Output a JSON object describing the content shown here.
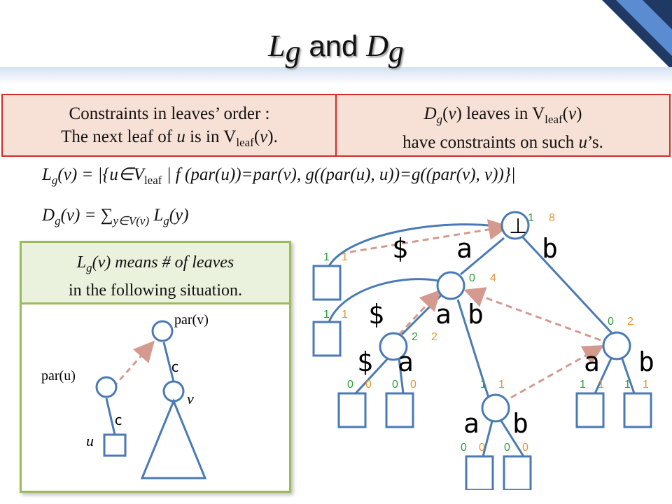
{
  "slide": {
    "title_L": "L",
    "title_L_sub": "g",
    "title_and": "and",
    "title_D": "D",
    "title_D_sub": "g"
  },
  "boxes": {
    "left": {
      "line1": "Constraints in leaves’ order :",
      "line2_pre": "The next leaf of ",
      "line2_u": "u",
      "line2_mid": " is in V",
      "line2_sub": "leaf",
      "line2_post": "(",
      "line2_v": "v",
      "line2_end": ")."
    },
    "right": {
      "line1_D": "D",
      "line1_g": "g",
      "line1_pre": "(",
      "line1_v": "v",
      "line1_mid": ") leaves in V",
      "line1_sub": "leaf",
      "line1_post": "(",
      "line1_v2": "v",
      "line1_end": ")",
      "line2_pre": "have constraints on such ",
      "line2_u": "u",
      "line2_end": "’s."
    }
  },
  "formulas": {
    "lg_lhs": "L",
    "lg_lhs_sub": "g",
    "lg_lhs_arg": "(v)  =  ",
    "lg_set_open": "|{u∈V",
    "lg_set_sub": "leaf",
    "lg_set_body": " | f (par(u))=par(v), g((par(u), u))=g((par(v), v))}|",
    "dg_lhs": "D",
    "dg_lhs_sub": "g",
    "dg_lhs_arg": "(v) = ∑",
    "dg_sum_sub": "y∈V(v)",
    "dg_rhs": " L",
    "dg_rhs_sub": "g",
    "dg_rhs_arg": "(y)"
  },
  "panel": {
    "head_L": "L",
    "head_g": "g",
    "head_rest": "(v) means # of leaves",
    "head_line2": "in the following situation.",
    "par_v": "par(v)",
    "par_u": "par(u)",
    "edge_c_left": "c",
    "edge_c_right": "c",
    "node_v": "v",
    "node_u": "u"
  },
  "tree": {
    "root_symbol": "⊥",
    "root_edge_labels": [
      "$",
      "a",
      "b"
    ],
    "n1_edge_labels": [
      "$",
      "a",
      "b"
    ],
    "n3_edge_labels": [
      "$",
      "a"
    ],
    "n4_edge_labels": [
      "a",
      "b"
    ],
    "n5_edge_labels": [
      "a",
      "b"
    ],
    "counts": {
      "root": [
        "1",
        "8"
      ],
      "n1": [
        "0",
        "4"
      ],
      "n3": [
        "2",
        "2"
      ],
      "n5": [
        "0",
        "2"
      ],
      "leaf_top": [
        "1",
        "1"
      ],
      "leaf_mid": [
        "1",
        "1"
      ],
      "n3_children": [
        "0",
        "0",
        "0",
        "0"
      ],
      "n4_above": [
        "1",
        "1"
      ],
      "n5_children": [
        "1",
        "1",
        "1",
        "1"
      ],
      "n4_children": [
        "0",
        "0",
        "0",
        "0"
      ]
    },
    "colors": {
      "node_stroke": "#4a7ab5",
      "edge": "#4a7ab5",
      "dashed_arrow": "#d49a90",
      "count_green": "#2f9e3a",
      "count_orange": "#e8942f"
    }
  },
  "theme": {
    "box_fill": "#f7e1d6",
    "box_border": "#d62a2a",
    "panel_border": "#9bbb59",
    "panel_head_fill": "#eaf1dd",
    "corner_dark": "#1f3864",
    "corner_light": "#5b8bd0"
  }
}
